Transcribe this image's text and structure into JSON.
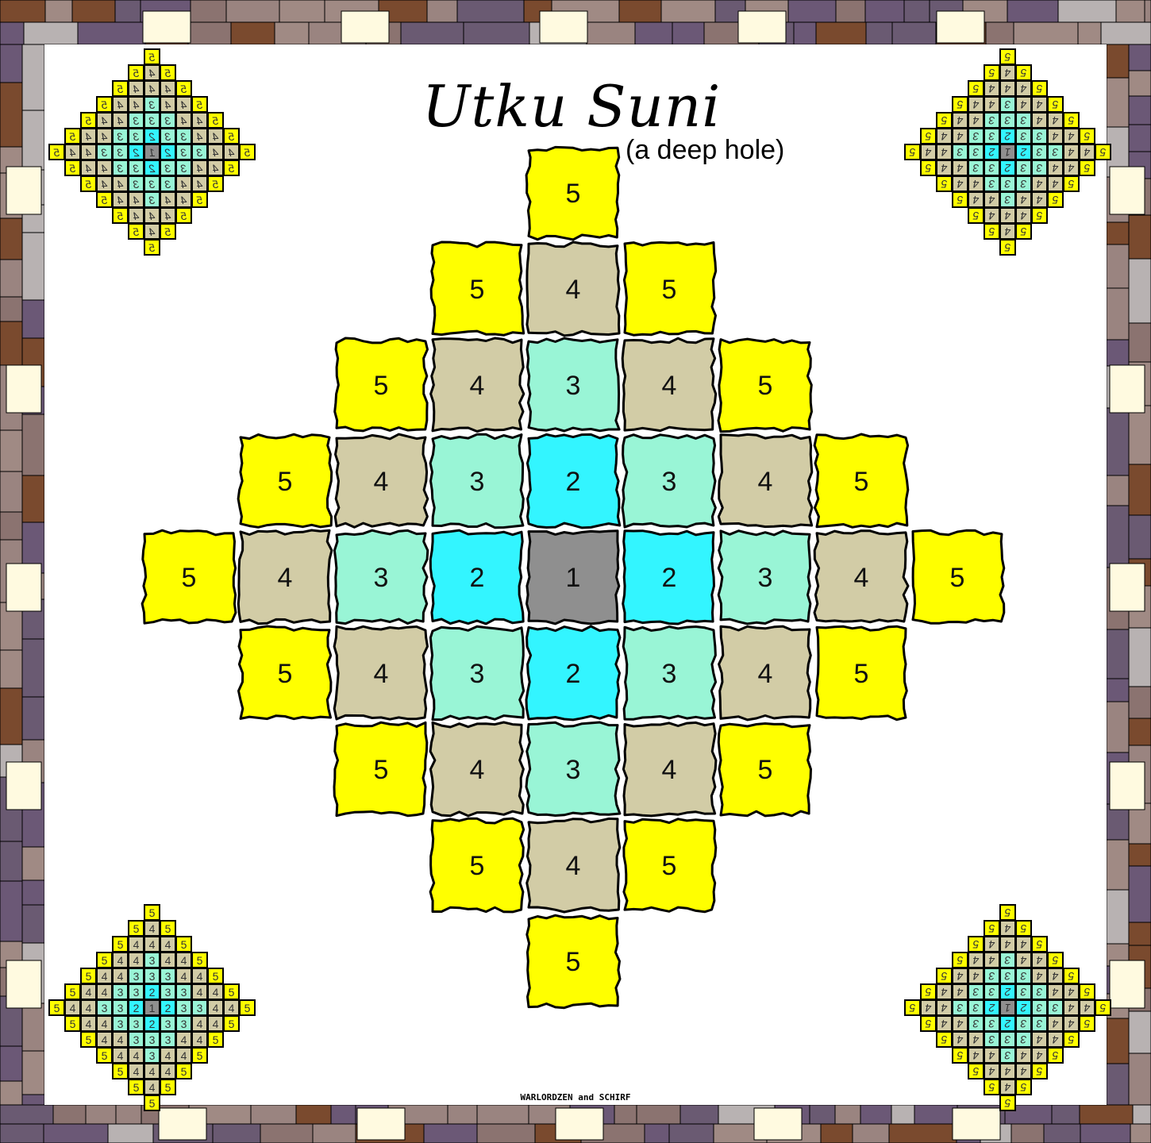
{
  "title": "Utku Suni",
  "subtitle": "(a deep hole)",
  "credit": "WARLORDZEN and SCHIRF",
  "colors": {
    "level_1": "#8f8f8f",
    "level_2": "#33f5ff",
    "level_3": "#99f5d6",
    "level_4": "#d2cca6",
    "level_5": "#ffff00",
    "outline": "#000000",
    "border_brick": "#9a8480",
    "border_dark": "#6b5876",
    "border_accent": "#fffae0"
  },
  "board": {
    "rows": [
      {
        "row": 0,
        "cells": [
          {
            "col": 4,
            "level": "5"
          }
        ]
      },
      {
        "row": 1,
        "cells": [
          {
            "col": 3,
            "level": "5"
          },
          {
            "col": 4,
            "level": "4"
          },
          {
            "col": 5,
            "level": "5"
          }
        ]
      },
      {
        "row": 2,
        "cells": [
          {
            "col": 2,
            "level": "5"
          },
          {
            "col": 3,
            "level": "4"
          },
          {
            "col": 4,
            "level": "3"
          },
          {
            "col": 5,
            "level": "4"
          },
          {
            "col": 6,
            "level": "5"
          }
        ]
      },
      {
        "row": 3,
        "cells": [
          {
            "col": 1,
            "level": "5"
          },
          {
            "col": 2,
            "level": "4"
          },
          {
            "col": 3,
            "level": "3"
          },
          {
            "col": 4,
            "level": "2"
          },
          {
            "col": 5,
            "level": "3"
          },
          {
            "col": 6,
            "level": "4"
          },
          {
            "col": 7,
            "level": "5"
          }
        ]
      },
      {
        "row": 4,
        "cells": [
          {
            "col": 0,
            "level": "5"
          },
          {
            "col": 1,
            "level": "4"
          },
          {
            "col": 2,
            "level": "3"
          },
          {
            "col": 3,
            "level": "2"
          },
          {
            "col": 4,
            "level": "1"
          },
          {
            "col": 5,
            "level": "2"
          },
          {
            "col": 6,
            "level": "3"
          },
          {
            "col": 7,
            "level": "4"
          },
          {
            "col": 8,
            "level": "5"
          }
        ]
      },
      {
        "row": 5,
        "cells": [
          {
            "col": 1,
            "level": "5"
          },
          {
            "col": 2,
            "level": "4"
          },
          {
            "col": 3,
            "level": "3"
          },
          {
            "col": 4,
            "level": "2"
          },
          {
            "col": 5,
            "level": "3"
          },
          {
            "col": 6,
            "level": "4"
          },
          {
            "col": 7,
            "level": "5"
          }
        ]
      },
      {
        "row": 6,
        "cells": [
          {
            "col": 2,
            "level": "5"
          },
          {
            "col": 3,
            "level": "4"
          },
          {
            "col": 4,
            "level": "3"
          },
          {
            "col": 5,
            "level": "4"
          },
          {
            "col": 6,
            "level": "5"
          }
        ]
      },
      {
        "row": 7,
        "cells": [
          {
            "col": 3,
            "level": "5"
          },
          {
            "col": 4,
            "level": "4"
          },
          {
            "col": 5,
            "level": "5"
          }
        ]
      },
      {
        "row": 8,
        "cells": [
          {
            "col": 4,
            "level": "5"
          }
        ]
      }
    ]
  },
  "mini_maps": [
    {
      "corner": "top-left",
      "glyph": "mirrored"
    },
    {
      "corner": "top-right",
      "glyph": "rotated"
    },
    {
      "corner": "bottom-left",
      "glyph": "normal"
    },
    {
      "corner": "bottom-right",
      "glyph": "rotated"
    }
  ]
}
